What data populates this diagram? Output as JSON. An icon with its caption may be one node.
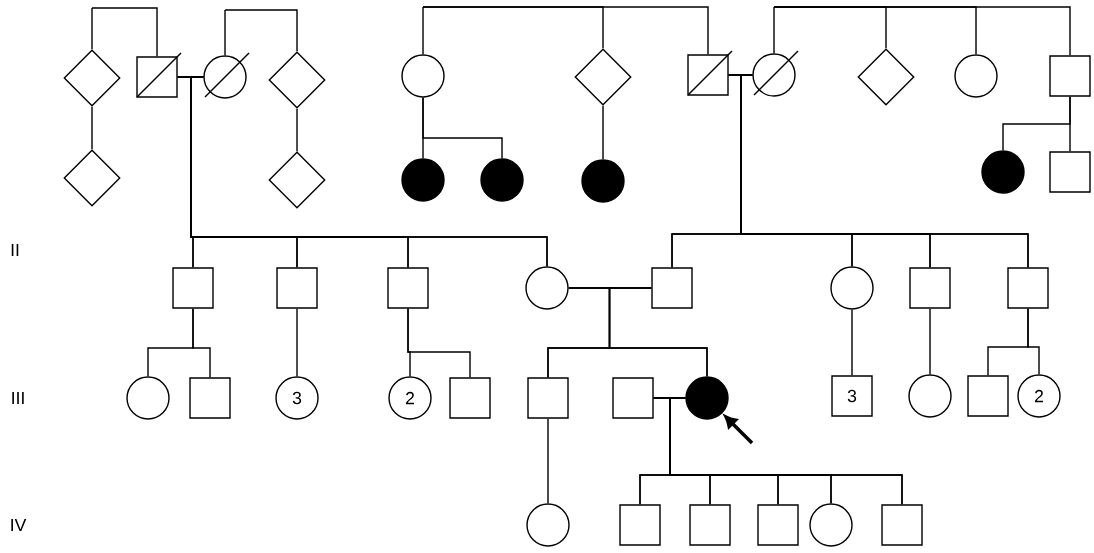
{
  "diagram": {
    "nodes": [
      {
        "text": [],
        "shape": "diamond"
      },
      {
        "text": [],
        "shape": "square"
      },
      {
        "text": [],
        "shape": "circle"
      },
      {
        "text": [],
        "shape": "diamond"
      },
      {
        "text": [],
        "shape": "circle"
      },
      {
        "text": [],
        "shape": "diamond"
      },
      {
        "text": [],
        "shape": "square"
      },
      {
        "text": [],
        "shape": "circle"
      },
      {
        "text": [],
        "shape": "diamond"
      },
      {
        "text": [],
        "shape": "circle"
      },
      {
        "text": [],
        "shape": "square"
      },
      {
        "text": [],
        "shape": "diamond"
      },
      {
        "text": [],
        "shape": "diamond"
      },
      {
        "text": [],
        "shape": "circle"
      },
      {
        "text": [],
        "shape": "circle"
      },
      {
        "text": [],
        "shape": "circle"
      },
      {
        "text": [],
        "shape": "circle"
      },
      {
        "text": [],
        "shape": "square"
      },
      {
        "text": [],
        "shape": "square"
      },
      {
        "text": [],
        "shape": "square"
      },
      {
        "text": [],
        "shape": "square"
      },
      {
        "text": [],
        "shape": "circle"
      },
      {
        "text": [],
        "shape": "square"
      },
      {
        "text": [],
        "shape": "circle"
      },
      {
        "text": [],
        "shape": "square"
      },
      {
        "text": [],
        "shape": "square"
      },
      {
        "text": [],
        "shape": "circle"
      },
      {
        "text": [],
        "shape": "square"
      },
      {
        "text": [
          "3"
        ]
      },
      {
        "text": [
          "2"
        ]
      },
      {
        "text": [],
        "shape": "square"
      },
      {
        "text": [],
        "shape": "square"
      },
      {
        "text": [],
        "shape": "square"
      },
      {
        "text": [],
        "shape": "circle"
      },
      {
        "text": [
          "3"
        ]
      },
      {
        "text": [],
        "shape": "circle"
      },
      {
        "text": [],
        "shape": "square"
      },
      {
        "text": [
          "2"
        ]
      },
      {
        "text": [],
        "shape": "circle"
      },
      {
        "text": [],
        "shape": "square"
      },
      {
        "text": [],
        "shape": "square"
      },
      {
        "text": [],
        "shape": "square"
      },
      {
        "text": [],
        "shape": "circle"
      },
      {
        "text": [],
        "shape": "square"
      }
    ],
    "edges": [
      {
        "from": null,
        "to": 0,
        "arrow": "none"
      },
      {
        "from": null,
        "to": 1,
        "arrow": "none"
      },
      {
        "from": null,
        "to": 2,
        "arrow": "none"
      },
      {
        "from": null,
        "to": 3,
        "arrow": "none"
      },
      {
        "from": null,
        "to": 4,
        "arrow": "none"
      },
      {
        "from": null,
        "to": 5,
        "arrow": "none"
      },
      {
        "from": null,
        "to": 6,
        "arrow": "none"
      },
      {
        "from": null,
        "to": 7,
        "arrow": "none"
      },
      {
        "from": null,
        "to": 8,
        "arrow": "none"
      },
      {
        "from": null,
        "to": 9,
        "arrow": "none"
      },
      {
        "from": null,
        "to": 10,
        "arrow": "none"
      },
      {
        "from": 1,
        "to": 2,
        "arrow": "none"
      },
      {
        "from": 6,
        "to": 7,
        "arrow": "none"
      },
      {
        "from": 21,
        "to": 22,
        "arrow": "none"
      },
      {
        "from": 32,
        "to": 33,
        "arrow": "none"
      },
      {
        "from": 0,
        "to": 11,
        "arrow": "none"
      },
      {
        "from": 3,
        "to": 12,
        "arrow": "none"
      },
      {
        "from": 4,
        "to": 13,
        "arrow": "none"
      },
      {
        "from": 4,
        "to": 14,
        "arrow": "none"
      },
      {
        "from": 5,
        "to": 15,
        "arrow": "none"
      },
      {
        "from": 10,
        "to": 16,
        "arrow": "none"
      },
      {
        "from": 10,
        "to": 17,
        "arrow": "none"
      },
      {
        "from": 1,
        "to": 18,
        "arrow": "none"
      },
      {
        "from": 2,
        "to": 18,
        "arrow": "none"
      },
      {
        "from": 1,
        "to": 19,
        "arrow": "none"
      },
      {
        "from": 2,
        "to": 19,
        "arrow": "none"
      },
      {
        "from": 1,
        "to": 20,
        "arrow": "none"
      },
      {
        "from": 2,
        "to": 20,
        "arrow": "none"
      },
      {
        "from": 1,
        "to": 21,
        "arrow": "none"
      },
      {
        "from": 2,
        "to": 21,
        "arrow": "none"
      },
      {
        "from": 6,
        "to": 22,
        "arrow": "none"
      },
      {
        "from": 7,
        "to": 22,
        "arrow": "none"
      },
      {
        "from": 6,
        "to": 23,
        "arrow": "none"
      },
      {
        "from": 7,
        "to": 23,
        "arrow": "none"
      },
      {
        "from": 6,
        "to": 24,
        "arrow": "none"
      },
      {
        "from": 7,
        "to": 24,
        "arrow": "none"
      },
      {
        "from": 6,
        "to": 25,
        "arrow": "none"
      },
      {
        "from": 7,
        "to": 25,
        "arrow": "none"
      },
      {
        "from": 18,
        "to": 26,
        "arrow": "none"
      },
      {
        "from": 18,
        "to": 27,
        "arrow": "none"
      },
      {
        "from": 19,
        "to": 28,
        "arrow": "none"
      },
      {
        "from": 20,
        "to": 29,
        "arrow": "none"
      },
      {
        "from": 20,
        "to": 30,
        "arrow": "none"
      },
      {
        "from": 21,
        "to": 31,
        "arrow": "none"
      },
      {
        "from": 22,
        "to": 31,
        "arrow": "none"
      },
      {
        "from": 21,
        "to": 33,
        "arrow": "none"
      },
      {
        "from": 22,
        "to": 33,
        "arrow": "none"
      },
      {
        "from": 23,
        "to": 34,
        "arrow": "none"
      },
      {
        "from": 24,
        "to": 35,
        "arrow": "none"
      },
      {
        "from": 25,
        "to": 36,
        "arrow": "none"
      },
      {
        "from": 25,
        "to": 37,
        "arrow": "none"
      },
      {
        "from": 31,
        "to": 38,
        "arrow": "none"
      },
      {
        "from": 32,
        "to": 39,
        "arrow": "none"
      },
      {
        "from": 33,
        "to": 39,
        "arrow": "none"
      },
      {
        "from": 32,
        "to": 40,
        "arrow": "none"
      },
      {
        "from": 33,
        "to": 40,
        "arrow": "none"
      },
      {
        "from": 32,
        "to": 41,
        "arrow": "none"
      },
      {
        "from": 33,
        "to": 41,
        "arrow": "none"
      },
      {
        "from": 32,
        "to": 42,
        "arrow": "none"
      },
      {
        "from": 33,
        "to": 42,
        "arrow": "none"
      },
      {
        "from": 32,
        "to": 43,
        "arrow": "none"
      },
      {
        "from": 33,
        "to": 43,
        "arrow": "none"
      },
      {
        "from": null,
        "to": 33,
        "arrow": "to",
        "style": "thick"
      }
    ],
    "labels": [
      "II",
      "III",
      "IV"
    ]
  }
}
